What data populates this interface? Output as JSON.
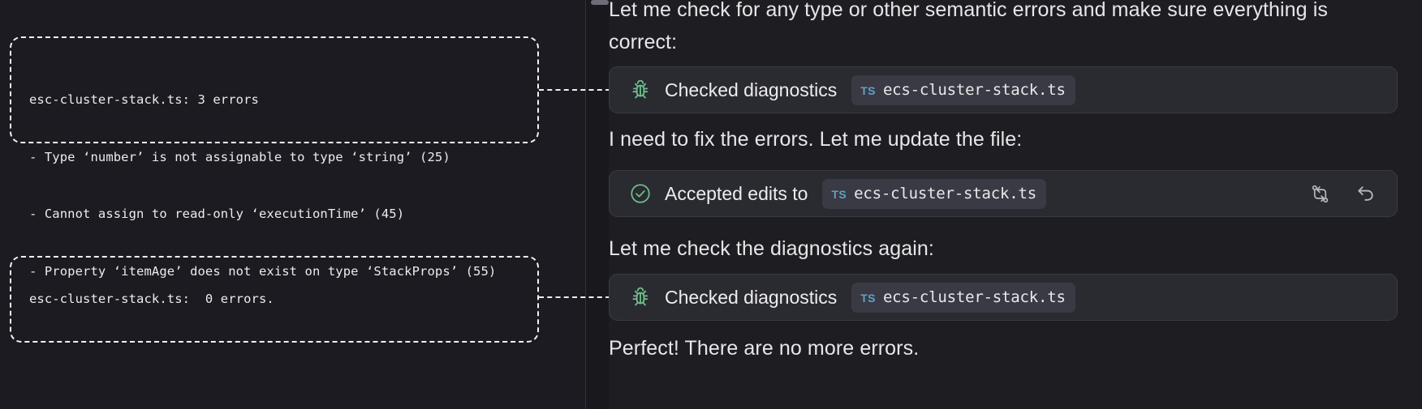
{
  "left_panel": {
    "callouts": [
      {
        "name": "diagnostics-before",
        "lines": [
          "esc-cluster-stack.ts: 3 errors",
          "- Type ‘number’ is not assignable to type ‘string’ (25)",
          "- Cannot assign to read-only ‘executionTime’ (45)",
          "- Property ‘itemAge’ does not exist on type ‘StackProps’ (55)"
        ]
      },
      {
        "name": "diagnostics-after",
        "lines": [
          "esc-cluster-stack.ts:  0 errors."
        ]
      }
    ]
  },
  "transcript": {
    "blocks": [
      {
        "kind": "paragraph",
        "text": "Let me check for any type or other semantic errors and make sure everything is correct:"
      },
      {
        "kind": "card",
        "icon": "bug-icon",
        "label": "Checked diagnostics",
        "file": {
          "badge": "TS",
          "name": "ecs-cluster-stack.ts"
        },
        "actions": []
      },
      {
        "kind": "paragraph",
        "text": "I need to fix the errors. Let me update the file:"
      },
      {
        "kind": "card",
        "icon": "check-circle-icon",
        "label": "Accepted edits to",
        "file": {
          "badge": "TS",
          "name": "ecs-cluster-stack.ts"
        },
        "actions": [
          "compare-changes-icon",
          "undo-icon"
        ]
      },
      {
        "kind": "paragraph",
        "text": "Let me check the diagnostics again:"
      },
      {
        "kind": "card",
        "icon": "bug-icon",
        "label": "Checked diagnostics",
        "file": {
          "badge": "TS",
          "name": "ecs-cluster-stack.ts"
        },
        "actions": []
      },
      {
        "kind": "paragraph",
        "text": "Perfect! There are no more errors."
      }
    ]
  },
  "colors": {
    "page_background": "#17171b",
    "left_panel_background": "#1b1b21",
    "right_panel_background": "#1d1d22",
    "card_background": "#2a2a31",
    "card_border": "#3a3a44",
    "callout_stroke": "#f2f2f4",
    "accent_green": "#6fbf8b",
    "ts_blue": "#62a0c4",
    "body_text": "#e7e7e9"
  }
}
